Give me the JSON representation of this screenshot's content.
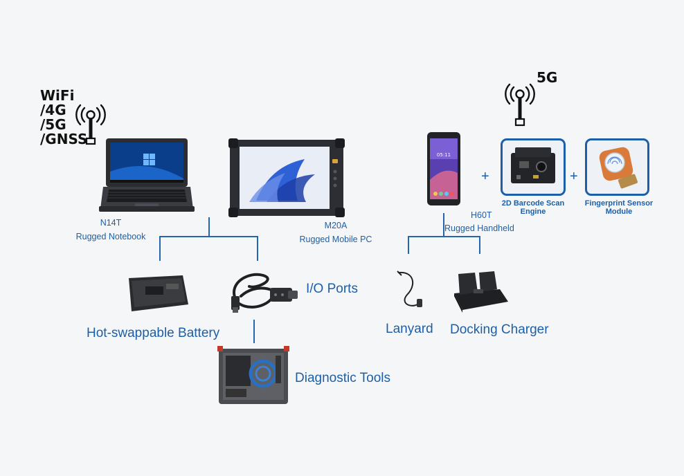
{
  "connectivity": {
    "laptop_lines": [
      "WiFi",
      "/4G",
      "/5G",
      "/GNSS"
    ],
    "handheld_label": "5G"
  },
  "devices": {
    "notebook": {
      "model": "N14T",
      "name": "Rugged Notebook"
    },
    "mobile_pc": {
      "model": "M20A",
      "name": "Rugged Mobile PC"
    },
    "handheld": {
      "model": "H60T",
      "name": "Rugged Handheld"
    }
  },
  "modules": {
    "barcode": {
      "line1": "2D Barcode Scan",
      "line2": "Engine"
    },
    "fingerprint": {
      "line1": "Fingerprint Sensor",
      "line2": "Module"
    },
    "plus_symbol": "+"
  },
  "accessories": {
    "battery": "Hot-swappable Battery",
    "io_ports": "I/O Ports",
    "diagnostic": "Diagnostic Tools",
    "lanyard": "Lanyard",
    "docking": "Docking Charger"
  },
  "colors": {
    "accent": "#1c5fa8",
    "background": "#f5f6f7",
    "connector": "#2565ad"
  }
}
